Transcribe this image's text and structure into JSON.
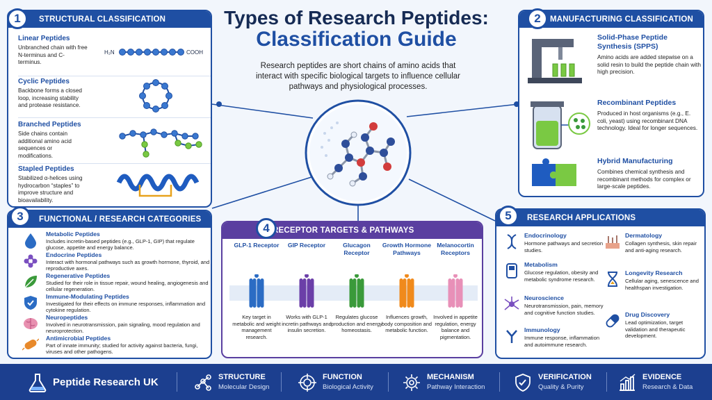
{
  "title": {
    "line1": "Types of Research Peptides:",
    "line2": "Classification Guide"
  },
  "intro": "Research peptides are short chains of amino acids that interact with specific biological targets to influence cellular pathways and physiological processes.",
  "panel1": {
    "number": "1",
    "title": "STRUCTURAL CLASSIFICATION",
    "items": [
      {
        "title": "Linear Peptides",
        "text": "Unbranched chain with free N-terminus and C-terminus.",
        "n_label": "H₂N",
        "c_label": "COOH"
      },
      {
        "title": "Cyclic Peptides",
        "text": "Backbone forms a closed loop, increasing stability and protease resistance."
      },
      {
        "title": "Branched Peptides",
        "text": "Side chains contain additional amino acid sequences or modifications."
      },
      {
        "title": "Stapled Peptides",
        "text": "Stabilized α-helices using hydrocarbon “staples” to improve structure and bioavailability."
      }
    ]
  },
  "panel2": {
    "number": "2",
    "title": "MANUFACTURING CLASSIFICATION",
    "items": [
      {
        "title": "Solid-Phase Peptide Synthesis (SPPS)",
        "text": "Amino acids are added stepwise on a solid resin to build the peptide chain with high precision."
      },
      {
        "title": "Recombinant Peptides",
        "text": "Produced in host organisms (e.g., E. coli, yeast) using recombinant DNA technology. Ideal for longer sequences."
      },
      {
        "title": "Hybrid Manufacturing",
        "text": "Combines chemical synthesis and recombinant methods for complex or large-scale peptides."
      }
    ]
  },
  "panel3": {
    "number": "3",
    "title": "FUNCTIONAL / RESEARCH CATEGORIES",
    "items": [
      {
        "title": "Metabolic Peptides",
        "text": "Includes incretin-based peptides (e.g., GLP-1, GIP) that regulate glucose, appetite and energy balance.",
        "icon": "droplet-icon",
        "color": "#2b6cc4"
      },
      {
        "title": "Endocrine Peptides",
        "text": "Interact with hormonal pathways such as growth hormone, thyroid, and reproductive axes.",
        "icon": "molecule-icon",
        "color": "#7a4fc0"
      },
      {
        "title": "Regenerative Peptides",
        "text": "Studied for their role in tissue repair, wound healing, angiogenesis and cellular regeneration.",
        "icon": "leaf-icon",
        "color": "#3a9a3a"
      },
      {
        "title": "Immune-Modulating Peptides",
        "text": "Investigated for their effects on immune responses, inflammation and cytokine regulation.",
        "icon": "shield-icon",
        "color": "#2b6cc4"
      },
      {
        "title": "Neuropeptides",
        "text": "Involved in neurotransmission, pain signaling, mood regulation and neuroprotection.",
        "icon": "brain-icon",
        "color": "#e07aa0"
      },
      {
        "title": "Antimicrobial Peptides",
        "text": "Part of innate immunity; studied for activity against bacteria, fungi, viruses and other pathogens.",
        "icon": "bacteria-icon",
        "color": "#e8892a"
      }
    ]
  },
  "panel4": {
    "number": "4",
    "title": "RECEPTOR TARGETS & PATHWAYS",
    "items": [
      {
        "title": "GLP-1 Receptor",
        "text": "Key target in metabolic and weight management research.",
        "color": "#2b6cc4"
      },
      {
        "title": "GIP Receptor",
        "text": "Works with GLP-1 incretin pathways and insulin secretion.",
        "color": "#6b3fa8"
      },
      {
        "title": "Glucagon Receptor",
        "text": "Regulates glucose production and energy homeostasis.",
        "color": "#3a9a3a"
      },
      {
        "title": "Growth Hormone Pathways",
        "text": "Influences growth, body composition and metabolic function.",
        "color": "#f08a1c"
      },
      {
        "title": "Melanocortin Receptors",
        "text": "Involved in appetite regulation, energy balance and pigmentation.",
        "color": "#e890b8"
      }
    ]
  },
  "panel5": {
    "number": "5",
    "title": "RESEARCH APPLICATIONS",
    "left": [
      {
        "title": "Endocrinology",
        "text": "Hormone pathways and secretion studies.",
        "icon": "dna-icon"
      },
      {
        "title": "Metabolism",
        "text": "Glucose regulation, obesity and metabolic syndrome research.",
        "icon": "glucose-meter-icon"
      },
      {
        "title": "Neuroscience",
        "text": "Neurotransmission, pain, memory and cognitive function studies.",
        "icon": "neuron-icon"
      },
      {
        "title": "Immunology",
        "text": "Immune response, inflammation and autoimmune research.",
        "icon": "antibody-icon"
      }
    ],
    "right": [
      {
        "title": "Dermatology",
        "text": "Collagen synthesis, skin repair and anti-aging research.",
        "icon": "skin-icon"
      },
      {
        "title": "Longevity Research",
        "text": "Cellular aging, senescence and healthspan investigation.",
        "icon": "hourglass-icon"
      },
      {
        "title": "Drug Discovery",
        "text": "Lead optimization, target validation and therapeutic development.",
        "icon": "capsule-icon"
      }
    ]
  },
  "footer": {
    "brand": "Peptide Research UK",
    "items": [
      {
        "label": "STRUCTURE",
        "sub": "Molecular Design",
        "icon": "network-icon"
      },
      {
        "label": "FUNCTION",
        "sub": "Biological Activity",
        "icon": "target-icon"
      },
      {
        "label": "MECHANISM",
        "sub": "Pathway Interaction",
        "icon": "gear-icon"
      },
      {
        "label": "VERIFICATION",
        "sub": "Quality & Purity",
        "icon": "shield-check-icon"
      },
      {
        "label": "EVIDENCE",
        "sub": "Research & Data",
        "icon": "bar-chart-icon"
      }
    ]
  },
  "colors": {
    "primary": "#1f4fa3",
    "purple": "#5a3fa0",
    "footer": "#1c3f8f",
    "accent_green": "#7ac943"
  }
}
